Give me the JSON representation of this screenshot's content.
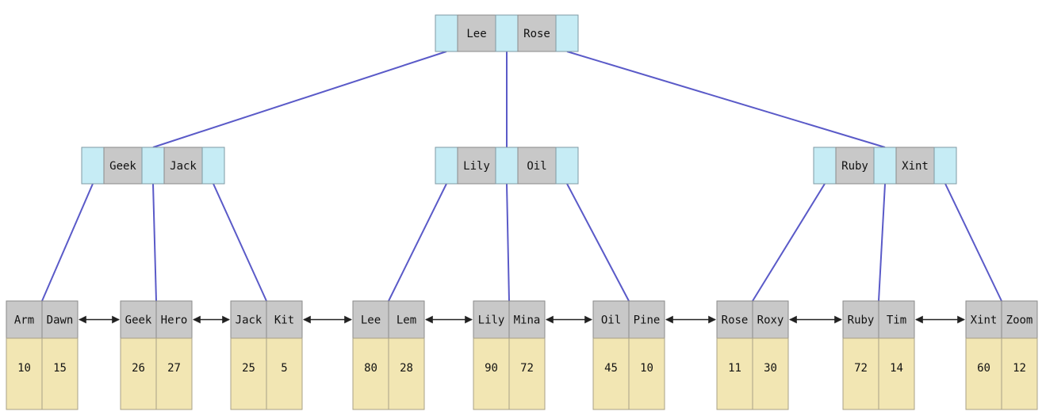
{
  "colors": {
    "pointer_cell": "#c6ecf5",
    "key_cell": "#c8c8c8",
    "value_cell": "#f2e6b3",
    "edge": "#5a5ac8",
    "leaf_link": "#222222"
  },
  "tree": {
    "root": {
      "keys": [
        "Lee",
        "Rose"
      ]
    },
    "internal": [
      {
        "keys": [
          "Geek",
          "Jack"
        ]
      },
      {
        "keys": [
          "Lily",
          "Oil"
        ]
      },
      {
        "keys": [
          "Ruby",
          "Xint"
        ]
      }
    ],
    "leaves": [
      {
        "keys": [
          "Arm",
          "Dawn"
        ],
        "values": [
          "10",
          "15"
        ]
      },
      {
        "keys": [
          "Geek",
          "Hero"
        ],
        "values": [
          "26",
          "27"
        ]
      },
      {
        "keys": [
          "Jack",
          "Kit"
        ],
        "values": [
          "25",
          "5"
        ]
      },
      {
        "keys": [
          "Lee",
          "Lem"
        ],
        "values": [
          "80",
          "28"
        ]
      },
      {
        "keys": [
          "Lily",
          "Mina"
        ],
        "values": [
          "90",
          "72"
        ]
      },
      {
        "keys": [
          "Oil",
          "Pine"
        ],
        "values": [
          "45",
          "10"
        ]
      },
      {
        "keys": [
          "Rose",
          "Roxy"
        ],
        "values": [
          "11",
          "30"
        ]
      },
      {
        "keys": [
          "Ruby",
          "Tim"
        ],
        "values": [
          "72",
          "14"
        ]
      },
      {
        "keys": [
          "Xint",
          "Zoom"
        ],
        "values": [
          "60",
          "12"
        ]
      }
    ]
  }
}
